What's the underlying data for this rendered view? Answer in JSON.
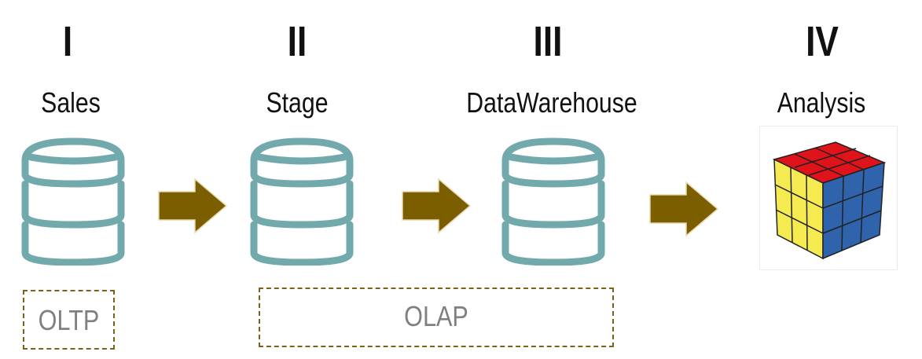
{
  "stages": [
    {
      "numeral": "I",
      "label": "Sales",
      "icon": "database-icon"
    },
    {
      "numeral": "II",
      "label": "Stage",
      "icon": "database-icon"
    },
    {
      "numeral": "III",
      "label": "DataWarehouse",
      "icon": "database-icon"
    },
    {
      "numeral": "IV",
      "label": "Analysis",
      "icon": "olap-cube-icon"
    }
  ],
  "groups": [
    {
      "label": "OLTP"
    },
    {
      "label": "OLAP"
    }
  ],
  "colors": {
    "database_stroke": "#72a9ac",
    "arrow_fill": "#7a5e00",
    "group_border": "#7a6318",
    "group_text": "#808080",
    "cube_top": "#e0121a",
    "cube_left": "#f5ea50",
    "cube_right": "#2f64ad"
  }
}
